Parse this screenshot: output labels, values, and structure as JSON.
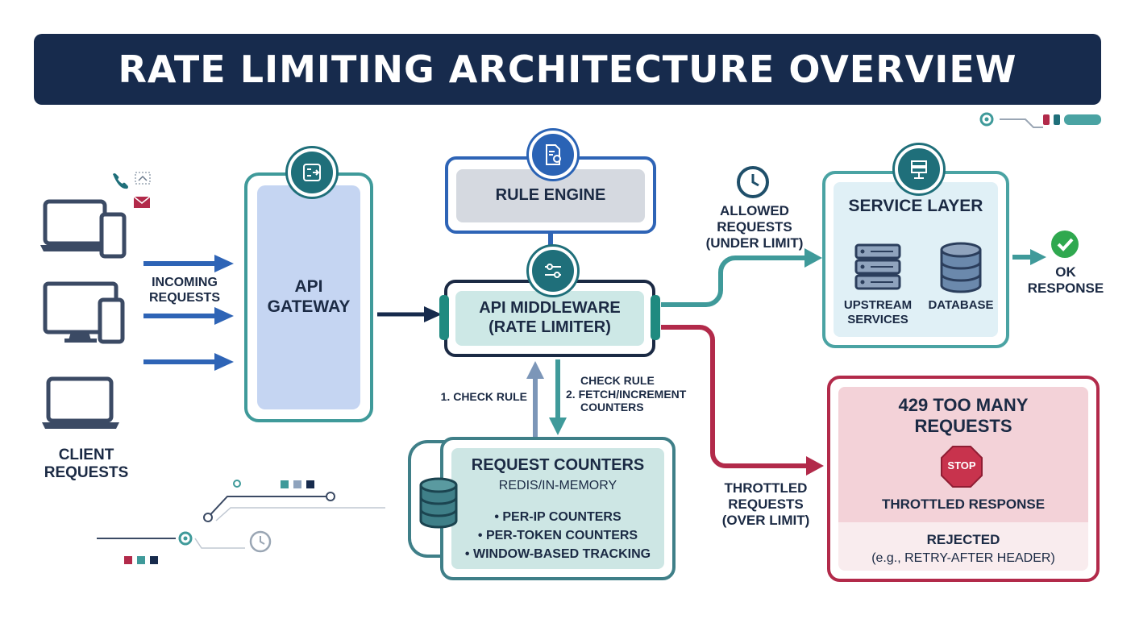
{
  "title": "RATE LIMITING ARCHITECTURE OVERVIEW",
  "clients": {
    "label_line1": "CLIENT",
    "label_line2": "REQUESTS"
  },
  "incoming": {
    "line1": "INCOMING",
    "line2": "REQUESTS"
  },
  "gateway": {
    "line1": "API",
    "line2": "GATEWAY"
  },
  "rule_engine": {
    "label": "RULE ENGINE"
  },
  "middleware": {
    "line1": "API MIDDLEWARE",
    "line2": "(RATE LIMITER)"
  },
  "check_rule_left": "1. CHECK RULE",
  "check_rule_right": {
    "line1": "CHECK RULE",
    "line2": "2. FETCH/INCREMENT",
    "line3": "COUNTERS"
  },
  "counters": {
    "title": "REQUEST COUNTERS",
    "subtitle": "REDIS/IN-MEMORY",
    "items": [
      "• PER-IP COUNTERS",
      "• PER-TOKEN COUNTERS",
      "• WINDOW-BASED TRACKING"
    ]
  },
  "allowed": {
    "line1": "ALLOWED",
    "line2": "REQUESTS",
    "line3": "(UNDER LIMIT)"
  },
  "service": {
    "title": "SERVICE LAYER",
    "upstream_line1": "UPSTREAM",
    "upstream_line2": "SERVICES",
    "database": "DATABASE"
  },
  "ok": {
    "line1": "OK",
    "line2": "RESPONSE"
  },
  "throttled": {
    "line1": "THROTTLED",
    "line2": "REQUESTS",
    "line3": "(OVER LIMIT)"
  },
  "reject": {
    "title_line1": "429 TOO MANY",
    "title_line2": "REQUESTS",
    "stop": "STOP",
    "throttled_response": "THROTTLED RESPONSE",
    "rejected": "REJECTED",
    "hint": "(e.g., RETRY-AFTER HEADER)"
  },
  "colors": {
    "navy": "#172b4d",
    "teal": "#3f9a9a",
    "blue": "#2e64b6",
    "red": "#b22a4a",
    "green": "#2fa84f"
  }
}
